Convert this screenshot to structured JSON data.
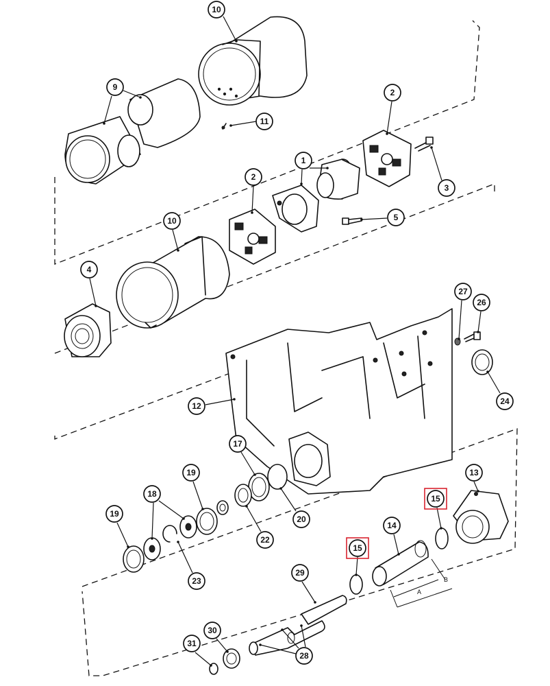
{
  "diagram": {
    "callouts": [
      {
        "id": "c-10-top",
        "label": "10",
        "highlight": false
      },
      {
        "id": "c-9",
        "label": "9",
        "highlight": false
      },
      {
        "id": "c-11",
        "label": "11",
        "highlight": false
      },
      {
        "id": "c-2-right",
        "label": "2",
        "highlight": false
      },
      {
        "id": "c-1",
        "label": "1",
        "highlight": false
      },
      {
        "id": "c-3",
        "label": "3",
        "highlight": false
      },
      {
        "id": "c-2-left",
        "label": "2",
        "highlight": false
      },
      {
        "id": "c-5",
        "label": "5",
        "highlight": false
      },
      {
        "id": "c-10-mid",
        "label": "10",
        "highlight": false
      },
      {
        "id": "c-4",
        "label": "4",
        "highlight": false
      },
      {
        "id": "c-27",
        "label": "27",
        "highlight": false
      },
      {
        "id": "c-26",
        "label": "26",
        "highlight": false
      },
      {
        "id": "c-24",
        "label": "24",
        "highlight": false
      },
      {
        "id": "c-12",
        "label": "12",
        "highlight": false
      },
      {
        "id": "c-17",
        "label": "17",
        "highlight": false
      },
      {
        "id": "c-20",
        "label": "20",
        "highlight": false
      },
      {
        "id": "c-19-right",
        "label": "19",
        "highlight": false
      },
      {
        "id": "c-18",
        "label": "18",
        "highlight": false
      },
      {
        "id": "c-19-left",
        "label": "19",
        "highlight": false
      },
      {
        "id": "c-22",
        "label": "22",
        "highlight": false
      },
      {
        "id": "c-23",
        "label": "23",
        "highlight": false
      },
      {
        "id": "c-13",
        "label": "13",
        "highlight": false
      },
      {
        "id": "c-15-right",
        "label": "15",
        "highlight": true
      },
      {
        "id": "c-14",
        "label": "14",
        "highlight": false
      },
      {
        "id": "c-15-left",
        "label": "15",
        "highlight": true
      },
      {
        "id": "c-29",
        "label": "29",
        "highlight": false
      },
      {
        "id": "c-30",
        "label": "30",
        "highlight": false
      },
      {
        "id": "c-31",
        "label": "31",
        "highlight": false
      },
      {
        "id": "c-28",
        "label": "28",
        "highlight": false
      }
    ],
    "dimension_labels": {
      "a": "A",
      "b": "B"
    },
    "highlight_color": "#d9232f"
  }
}
